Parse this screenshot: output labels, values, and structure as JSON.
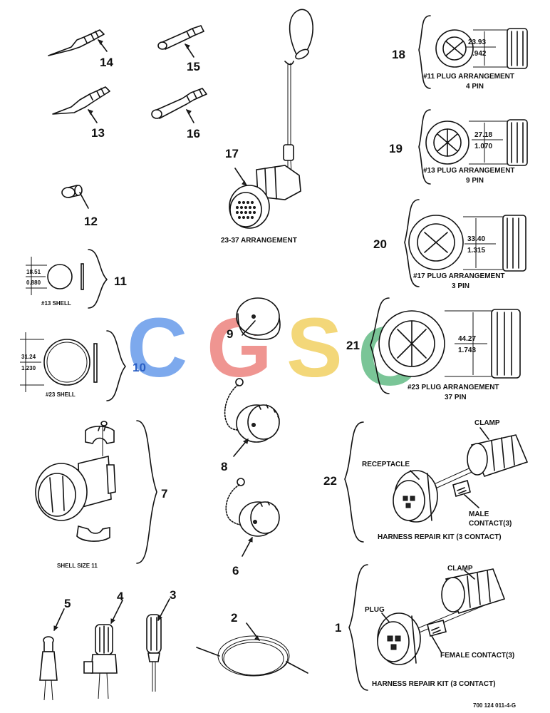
{
  "items": {
    "i1": {
      "num": "1",
      "title": "HARNESS REPAIR KIT (3 CONTACT)",
      "clamp": "CLAMP",
      "plug": "PLUG",
      "contact": "FEMALE CONTACT(3)"
    },
    "i2": {
      "num": "2"
    },
    "i3": {
      "num": "3"
    },
    "i4": {
      "num": "4"
    },
    "i5": {
      "num": "5"
    },
    "i6": {
      "num": "6"
    },
    "i7": {
      "num": "7",
      "label": "SHELL SIZE 11"
    },
    "i8": {
      "num": "8"
    },
    "i9": {
      "num": "9"
    },
    "i10": {
      "num": "10",
      "label": "#23 SHELL",
      "dim_top": "31.24",
      "dim_bottom": "1.230"
    },
    "i11": {
      "num": "11",
      "label": "#13 SHELL",
      "dim_top": "18.51",
      "dim_bottom": "0.880"
    },
    "i12": {
      "num": "12"
    },
    "i13": {
      "num": "13"
    },
    "i14": {
      "num": "14"
    },
    "i15": {
      "num": "15"
    },
    "i16": {
      "num": "16"
    },
    "i17": {
      "num": "17",
      "label": "23-37 ARRANGEMENT"
    },
    "i18": {
      "num": "18",
      "label_line1": "#11 PLUG ARRANGEMENT",
      "label_line2": "4 PIN",
      "dim_top": "23.93",
      "dim_bottom": ".942"
    },
    "i19": {
      "num": "19",
      "label_line1": "#13 PLUG ARRANGEMENT",
      "label_line2": "9 PIN",
      "dim_top": "27.18",
      "dim_bottom": "1.070"
    },
    "i20": {
      "num": "20",
      "label_line1": "#17 PLUG ARRANGEMENT",
      "label_line2": "3 PIN",
      "dim_top": "33.40",
      "dim_bottom": "1.315"
    },
    "i21": {
      "num": "21",
      "label_line1": "#23 PLUG ARRANGEMENT",
      "label_line2": "37 PIN",
      "dim_top": "44.27",
      "dim_bottom": "1.743"
    },
    "i22": {
      "num": "22",
      "title": "HARNESS REPAIR KIT (3 CONTACT)",
      "clamp": "CLAMP",
      "receptacle": "RECEPTACLE",
      "contact_line1": "MALE",
      "contact_line2": "CONTACT(3)"
    }
  },
  "figure_id": "700 124 011-4-G",
  "watermark": {
    "letters": [
      "C",
      "G",
      "S",
      "C"
    ],
    "colors": [
      "#6fa0ec",
      "#ee8a86",
      "#f2d36b",
      "#6cbf8c"
    ]
  }
}
